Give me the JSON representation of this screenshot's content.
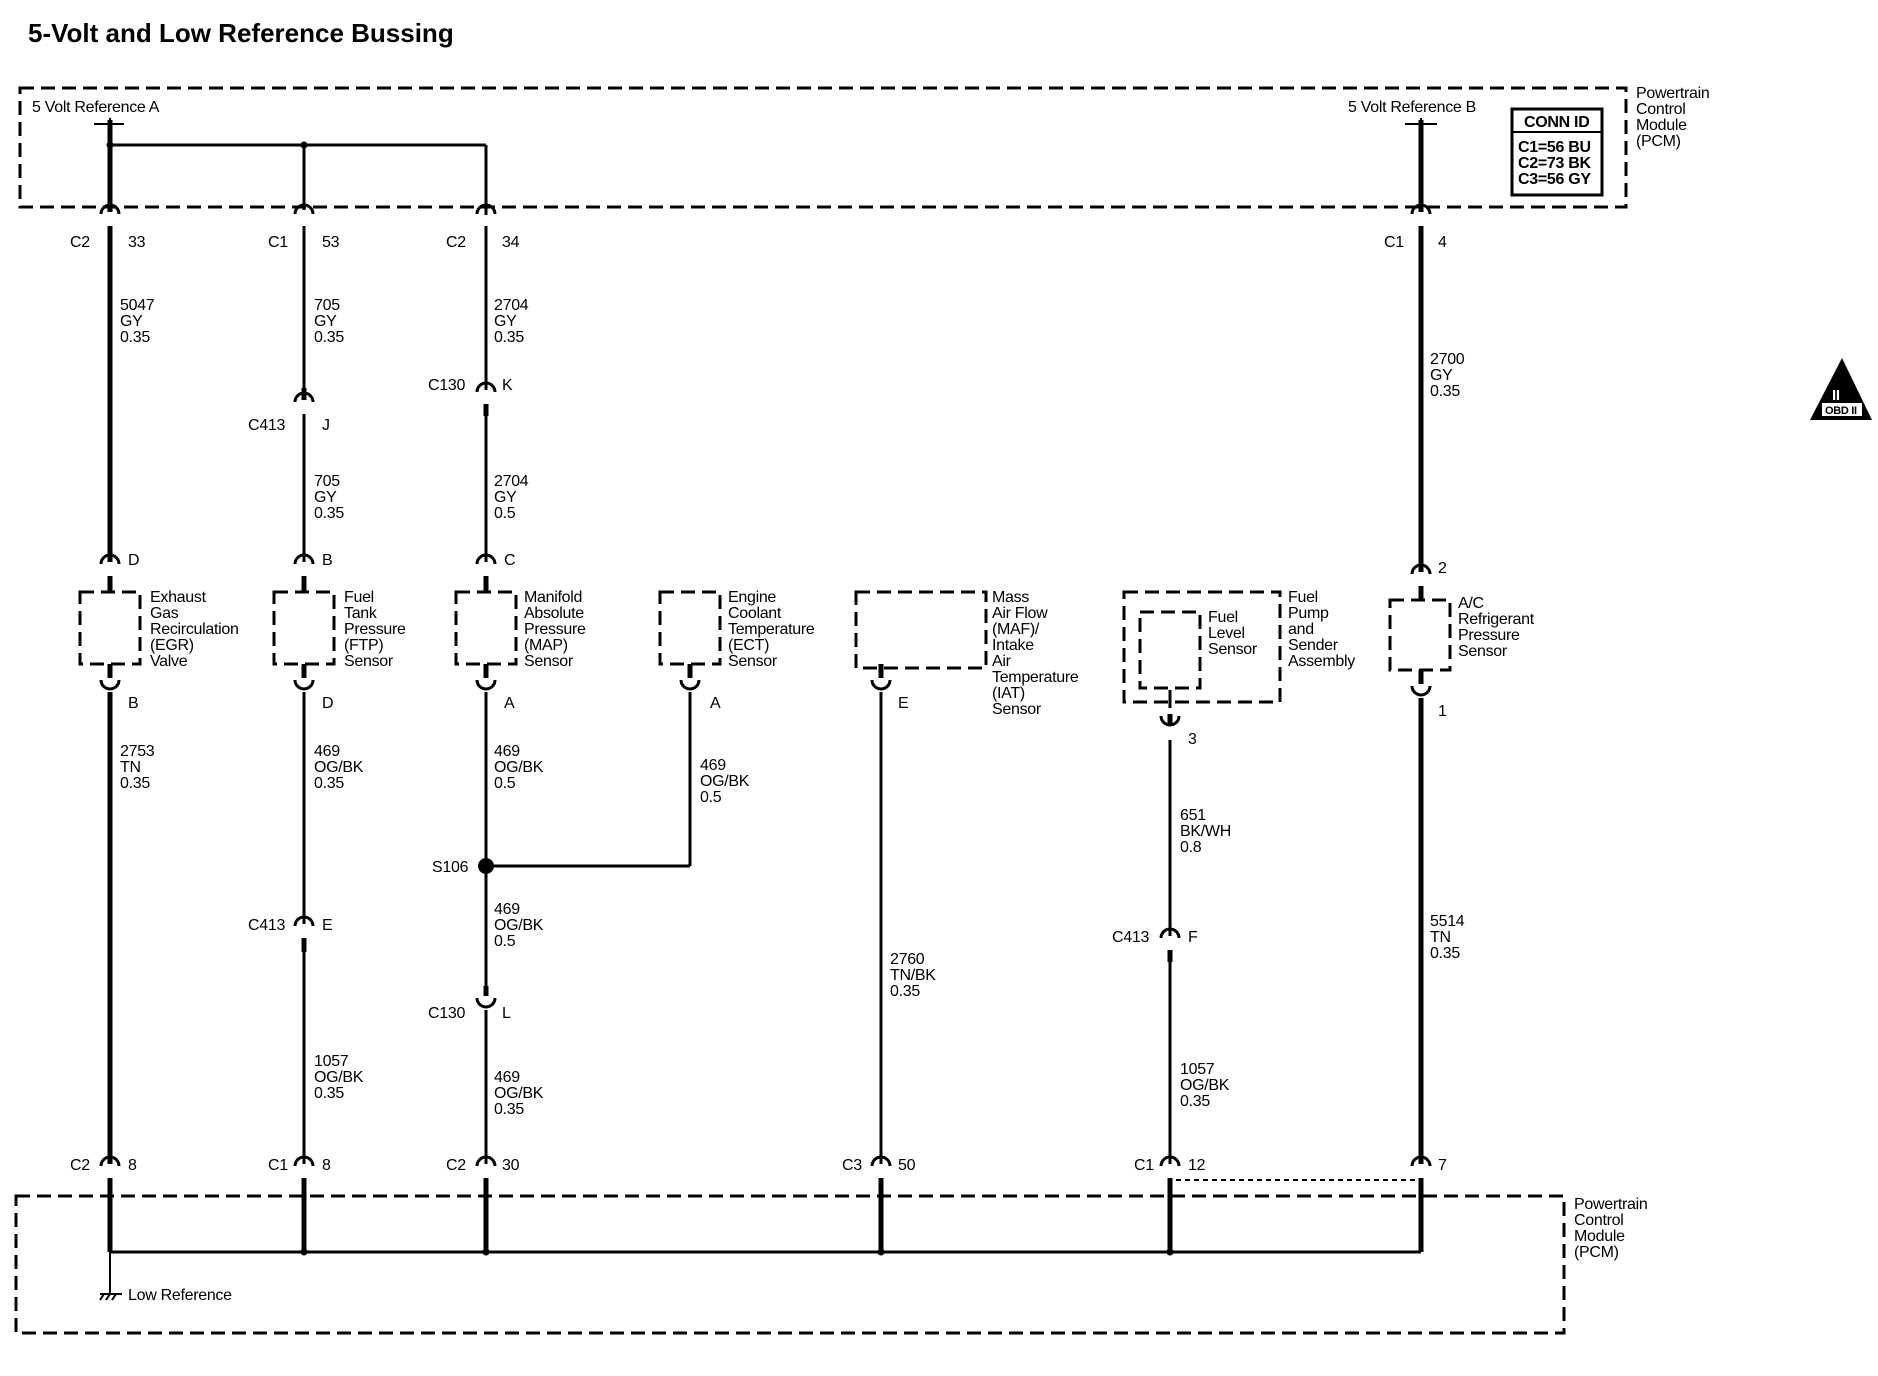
{
  "title": "5-Volt and Low Reference Bussing",
  "pcm_label": [
    "Powertrain",
    "Control",
    "Module",
    "(PCM)"
  ],
  "ref_a_label": "5 Volt Reference A",
  "ref_b_label": "5 Volt Reference B",
  "low_ref_label": "Low Reference",
  "conn_id": {
    "header": "CONN ID",
    "rows": [
      "C1=56 BU",
      "C2=73 BK",
      "C3=56 GY"
    ]
  },
  "obd_badge": {
    "glyph": "II",
    "label": "OBD II"
  },
  "splice": "S106",
  "top_connectors": [
    {
      "conn": "C2",
      "pin": "33"
    },
    {
      "conn": "C1",
      "pin": "53"
    },
    {
      "conn": "C2",
      "pin": "34"
    },
    {
      "conn": "C1",
      "pin": "4"
    }
  ],
  "bottom_connectors": [
    {
      "conn": "C2",
      "pin": "8"
    },
    {
      "conn": "C1",
      "pin": "8"
    },
    {
      "conn": "C2",
      "pin": "30"
    },
    {
      "conn": "C3",
      "pin": "50"
    },
    {
      "conn": "C1",
      "pin": "12"
    },
    {
      "conn": "",
      "pin": "7"
    }
  ],
  "inline_connectors": [
    {
      "conn": "C413",
      "pin": "J"
    },
    {
      "conn": "C130",
      "pin": "K"
    },
    {
      "conn": "C413",
      "pin": "E"
    },
    {
      "conn": "C130",
      "pin": "L"
    },
    {
      "conn": "C413",
      "pin": "F"
    }
  ],
  "sensor_pins": [
    {
      "top": "D",
      "bottom": "B"
    },
    {
      "top": "B",
      "bottom": "D"
    },
    {
      "top": "C",
      "bottom": "A"
    },
    {
      "top": "",
      "bottom": "A"
    },
    {
      "top": "",
      "bottom": "E"
    },
    {
      "top": "",
      "bottom": "3"
    },
    {
      "top": "2",
      "bottom": "1"
    }
  ],
  "components": [
    {
      "lines": [
        "Exhaust",
        "Gas",
        "Recirculation",
        "(EGR)",
        "Valve"
      ]
    },
    {
      "lines": [
        "Fuel",
        "Tank",
        "Pressure",
        "(FTP)",
        "Sensor"
      ]
    },
    {
      "lines": [
        "Manifold",
        "Absolute",
        "Pressure",
        "(MAP)",
        "Sensor"
      ]
    },
    {
      "lines": [
        "Engine",
        "Coolant",
        "Temperature",
        "(ECT)",
        "Sensor"
      ]
    },
    {
      "lines": [
        "Mass",
        "Air Flow",
        "(MAF)/",
        "Intake",
        "Air",
        "Temperature",
        "(IAT)",
        "Sensor"
      ]
    },
    {
      "lines": [
        "Fuel",
        "Pump",
        "and",
        "Sender",
        "Assembly"
      ]
    },
    {
      "lines": [
        "Fuel",
        "Level",
        "Sensor"
      ]
    },
    {
      "lines": [
        "A/C",
        "Refrigerant",
        "Pressure",
        "Sensor"
      ]
    }
  ],
  "wires": [
    {
      "circuit": "5047",
      "color": "GY",
      "size": "0.35"
    },
    {
      "circuit": "705",
      "color": "GY",
      "size": "0.35"
    },
    {
      "circuit": "705",
      "color": "GY",
      "size": "0.35"
    },
    {
      "circuit": "2704",
      "color": "GY",
      "size": "0.35"
    },
    {
      "circuit": "2704",
      "color": "GY",
      "size": "0.5"
    },
    {
      "circuit": "2700",
      "color": "GY",
      "size": "0.35"
    },
    {
      "circuit": "2753",
      "color": "TN",
      "size": "0.35"
    },
    {
      "circuit": "469",
      "color": "OG/BK",
      "size": "0.35"
    },
    {
      "circuit": "1057",
      "color": "OG/BK",
      "size": "0.35"
    },
    {
      "circuit": "469",
      "color": "OG/BK",
      "size": "0.5"
    },
    {
      "circuit": "469",
      "color": "OG/BK",
      "size": "0.5"
    },
    {
      "circuit": "469",
      "color": "OG/BK",
      "size": "0.35"
    },
    {
      "circuit": "469",
      "color": "OG/BK",
      "size": "0.5"
    },
    {
      "circuit": "2760",
      "color": "TN/BK",
      "size": "0.35"
    },
    {
      "circuit": "651",
      "color": "BK/WH",
      "size": "0.8"
    },
    {
      "circuit": "1057",
      "color": "OG/BK",
      "size": "0.35"
    },
    {
      "circuit": "5514",
      "color": "TN",
      "size": "0.35"
    }
  ]
}
